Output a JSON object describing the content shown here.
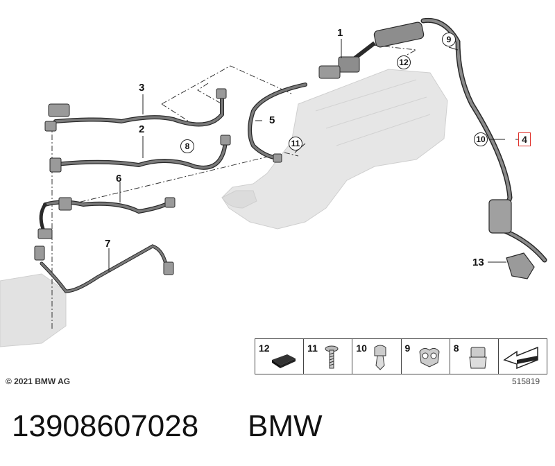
{
  "diagram": {
    "callouts": {
      "c1": "1",
      "c2": "2",
      "c3": "3",
      "c5": "5",
      "c6": "6",
      "c7": "7",
      "c13": "13"
    },
    "circled": {
      "c8": "8",
      "c9": "9",
      "c10": "10",
      "c11": "11",
      "c12": "12"
    },
    "highlighted": "4"
  },
  "legend": {
    "items": [
      "12",
      "11",
      "10",
      "9",
      "8"
    ]
  },
  "footer": {
    "copyright": "© 2021 BMW AG",
    "diagram_id": "515819"
  },
  "caption": {
    "part_number": "13908607028",
    "brand": "BMW"
  },
  "colors": {
    "hose": "#6f6f6f",
    "hose_outline": "#2a2a2a",
    "manifold": "#e6e6e6",
    "highlight": "#e0302a"
  }
}
